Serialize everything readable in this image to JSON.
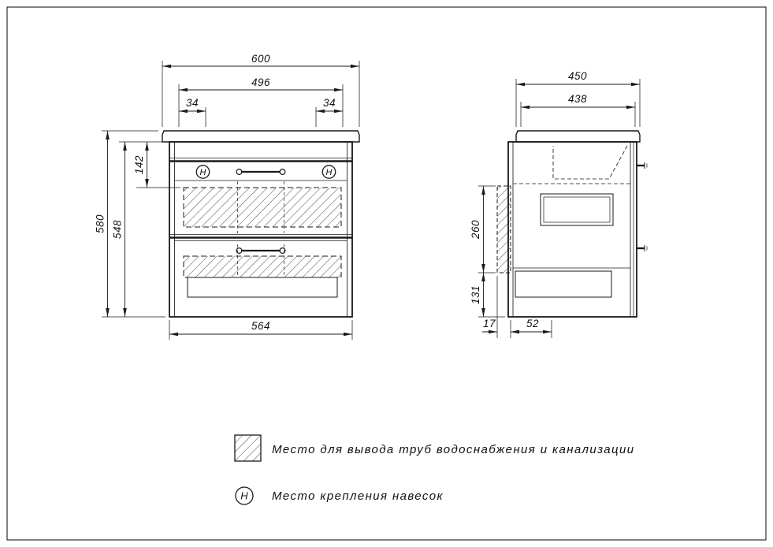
{
  "drawing": {
    "front_view": {
      "dim_countertop_width": "600",
      "dim_mount_span": "496",
      "dim_mount_offset_left": "34",
      "dim_mount_offset_right": "34",
      "dim_top_section_height": "142",
      "dim_total_height": "580",
      "dim_body_height": "548",
      "dim_body_width": "564",
      "hanger_symbol": "H"
    },
    "side_view": {
      "dim_countertop_depth": "450",
      "dim_body_depth": "438",
      "dim_pipe_zone_height": "260",
      "dim_pipe_zone_bottom_offset": "131",
      "dim_back_clearance": "17",
      "dim_pipe_axis_offset": "52"
    },
    "legend": {
      "pipe_zone_label": "Место для вывода труб водоснабжения и канализации",
      "hanger_symbol": "H",
      "hanger_label": "Место крепления навесок"
    },
    "colors": {
      "line": "#1a1a1a",
      "background": "#ffffff"
    }
  }
}
